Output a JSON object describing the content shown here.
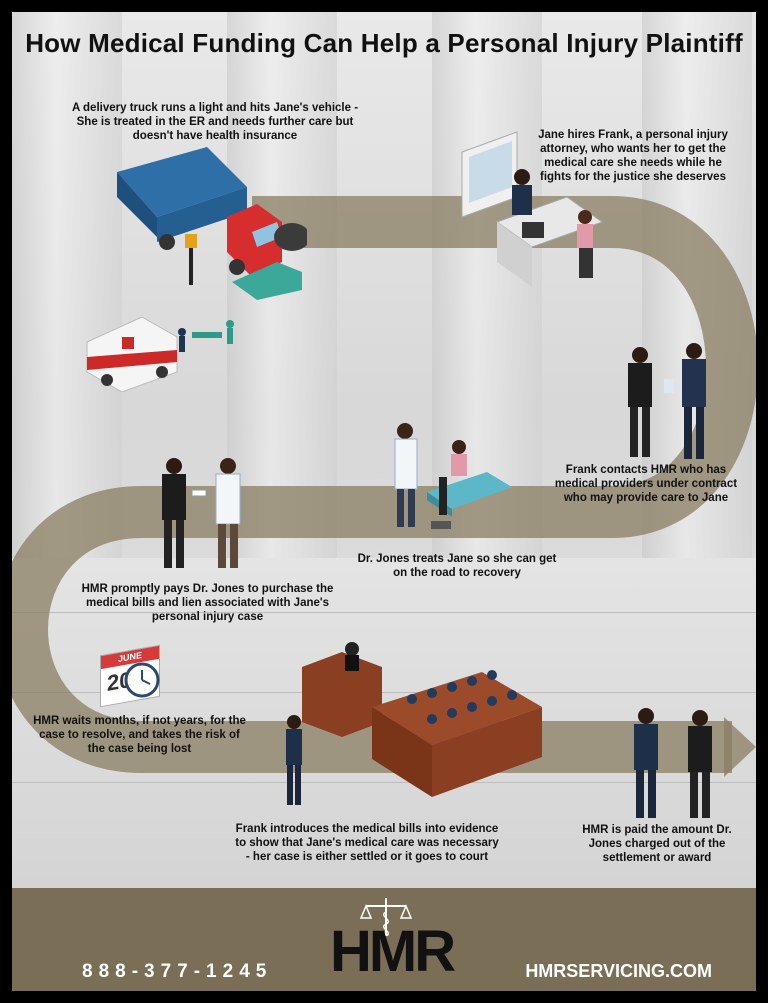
{
  "title": "How Medical Funding Can Help a Personal Injury Plaintiff",
  "steps": [
    {
      "text": "A delivery truck runs a light and hits Jane's vehicle - She is treated in the ER and needs further care but doesn't have health insurance"
    },
    {
      "text": "Jane hires Frank, a personal injury attorney, who wants her to get the medical care she needs while he fights for the justice she deserves"
    },
    {
      "text": "Frank contacts HMR who has medical providers under contract who may provide care to Jane"
    },
    {
      "text": "Dr. Jones treats Jane so she can get on the road to recovery"
    },
    {
      "text": "HMR promptly pays Dr. Jones to purchase the medical bills and lien associated with Jane's personal injury case"
    },
    {
      "text": "HMR waits months, if not years, for the case to resolve, and takes the risk of the case being lost"
    },
    {
      "text": "Frank introduces the medical bills into evidence to show that Jane's medical care was necessary - her case is either settled or it goes to court"
    },
    {
      "text": "HMR is paid the amount Dr. Jones charged out of the settlement or award"
    }
  ],
  "calendar": {
    "month": "JUNE",
    "day": "20"
  },
  "footer": {
    "phone": "888-377-1245",
    "logo": "HMR",
    "website": "HMRSERVICING.COM"
  },
  "colors": {
    "path": "#8a7d62",
    "footer": "#7a6e56",
    "frame": "#000000"
  }
}
